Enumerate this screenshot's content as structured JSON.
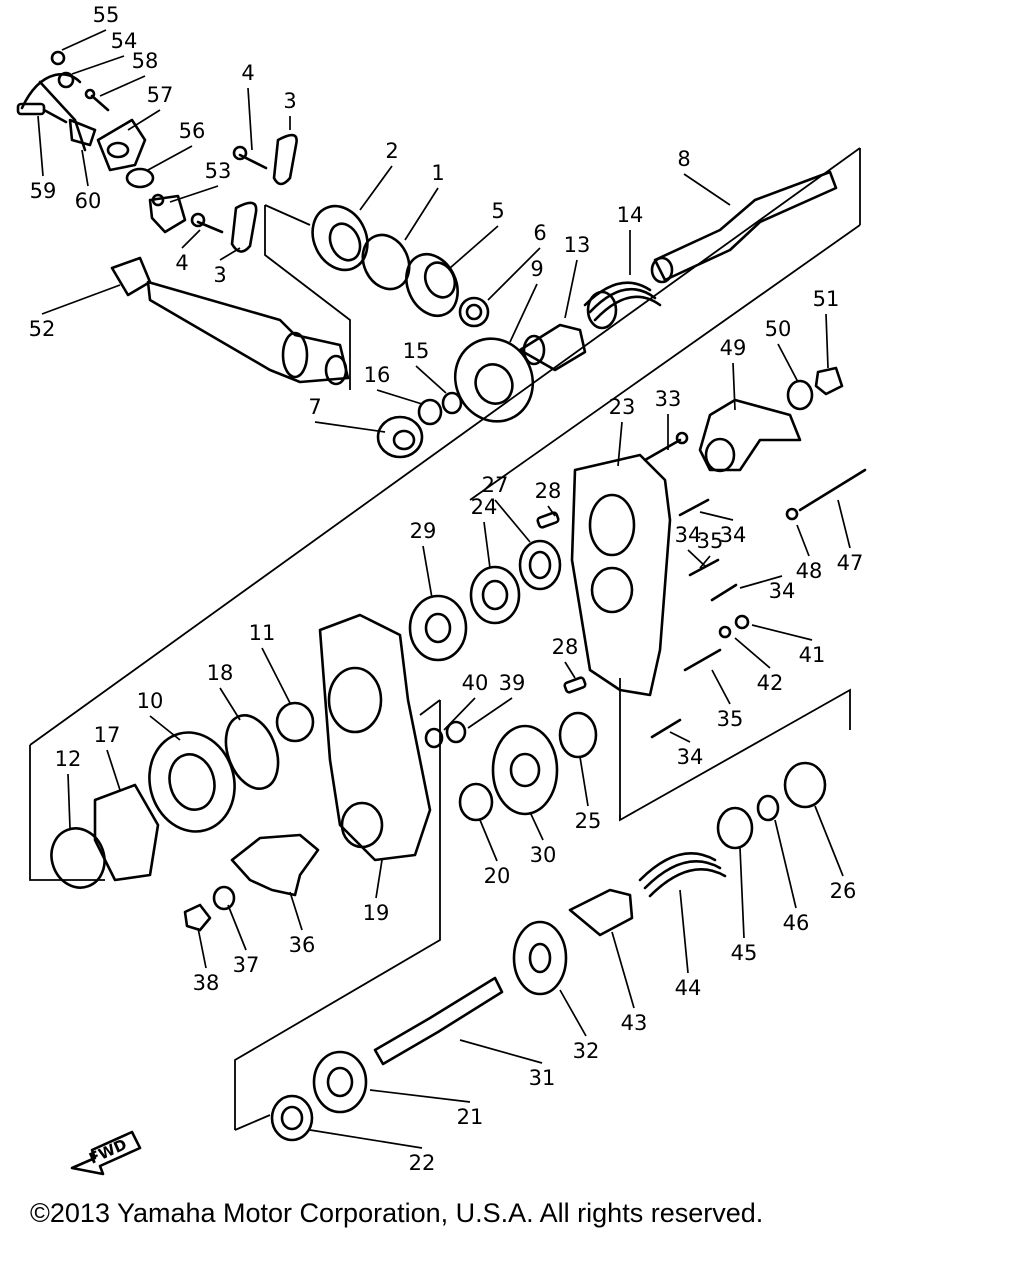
{
  "diagram": {
    "callouts": [
      "1",
      "2",
      "3",
      "3",
      "4",
      "4",
      "5",
      "6",
      "7",
      "8",
      "9",
      "10",
      "11",
      "12",
      "13",
      "14",
      "15",
      "16",
      "17",
      "18",
      "19",
      "20",
      "21",
      "22",
      "23",
      "24",
      "25",
      "26",
      "27",
      "28",
      "28",
      "29",
      "30",
      "31",
      "32",
      "33",
      "34",
      "34",
      "34",
      "34",
      "35",
      "35",
      "36",
      "37",
      "38",
      "39",
      "40",
      "41",
      "42",
      "43",
      "44",
      "45",
      "46",
      "47",
      "48",
      "49",
      "50",
      "51",
      "52",
      "53",
      "54",
      "55",
      "56",
      "57",
      "58",
      "59",
      "60"
    ],
    "direction_label": "FWD"
  },
  "footer": {
    "copyright": "©2013 Yamaha Motor Corporation, U.S.A. All rights reserved."
  }
}
